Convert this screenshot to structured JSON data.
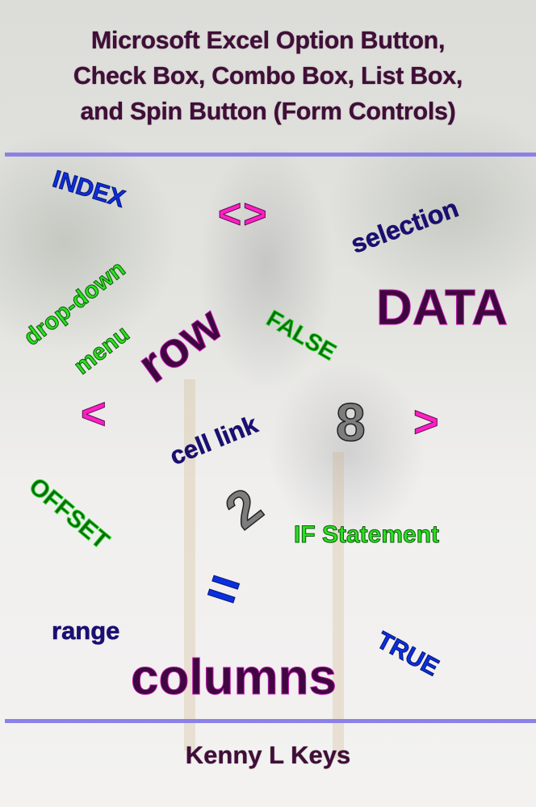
{
  "cover": {
    "title_lines": [
      "Microsoft Excel Option Button,",
      "Check Box, Combo Box, List Box,",
      "and Spin Button (Form Controls)"
    ],
    "author": "Kenny L Keys"
  },
  "words": {
    "index": "INDEX",
    "angle_pair": "<>",
    "selection": "selection",
    "drop_down": "drop-down",
    "menu": "menu",
    "row": "row",
    "false": "FALSE",
    "data": "DATA",
    "less_than": "<",
    "cell_link": "cell link",
    "eight": "8",
    "greater_than": ">",
    "offset": "OFFSET",
    "two": "2",
    "if_statement": "IF Statement",
    "equals": "=",
    "range": "range",
    "true": "TRUE",
    "columns": "columns"
  },
  "colors": {
    "title": "#3f0f37",
    "rule": "#8b80e6",
    "dark_purple": "#3f0640",
    "navy": "#1a1070",
    "blue": "#0a2fe0",
    "lime_green": "#2ae01e",
    "dark_green": "#0b6b0b",
    "magenta": "#ff1fc4",
    "grey": "#7d7d7d"
  }
}
